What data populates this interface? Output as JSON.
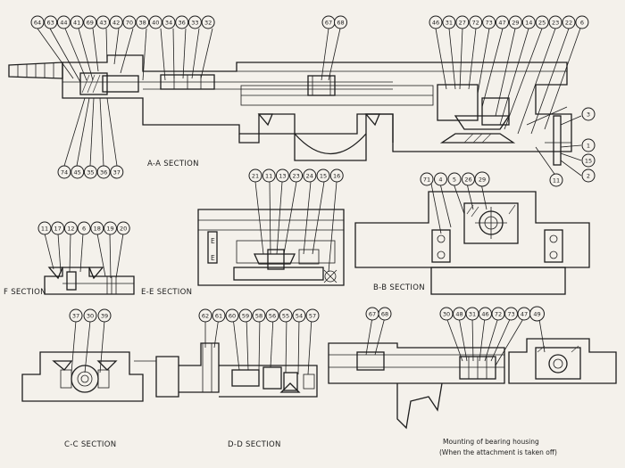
{
  "captions": {
    "aa": "A-A SECTION",
    "bb": "B-B SECTION",
    "cc": "C-C SECTION",
    "dd": "D-D SECTION",
    "ee": "E-E SECTION",
    "f": "F SECTION",
    "mount1": "Mounting of bearing housing",
    "mount2": "(When the attachment is taken off)"
  },
  "balloons": {
    "aa_top_left": [
      "64",
      "63",
      "44",
      "41",
      "69",
      "43",
      "42",
      "70",
      "38",
      "40",
      "34",
      "36",
      "33",
      "32"
    ],
    "aa_top_mid": [
      "67",
      "68"
    ],
    "aa_top_right": [
      "46",
      "31",
      "27",
      "72",
      "73",
      "47",
      "29",
      "14",
      "25",
      "23",
      "22",
      "6"
    ],
    "aa_bottom": [
      "74",
      "45",
      "35",
      "36",
      "37"
    ],
    "aa_right": [
      "3",
      "1",
      "15",
      "2",
      "11"
    ],
    "bb": [
      "71",
      "4",
      "5",
      "26",
      "29"
    ],
    "ee": [
      "21",
      "11",
      "13",
      "23",
      "24",
      "15",
      "16"
    ],
    "f": [
      "11",
      "17",
      "12",
      "6",
      "18",
      "19",
      "20"
    ],
    "cc": [
      "37",
      "30",
      "39"
    ],
    "dd": [
      "62",
      "61",
      "60",
      "59",
      "58",
      "56",
      "55",
      "54",
      "57"
    ],
    "mount_a": [
      "67",
      "68"
    ],
    "mount_b": [
      "30",
      "48",
      "31",
      "46",
      "72",
      "73",
      "47",
      "49"
    ]
  }
}
